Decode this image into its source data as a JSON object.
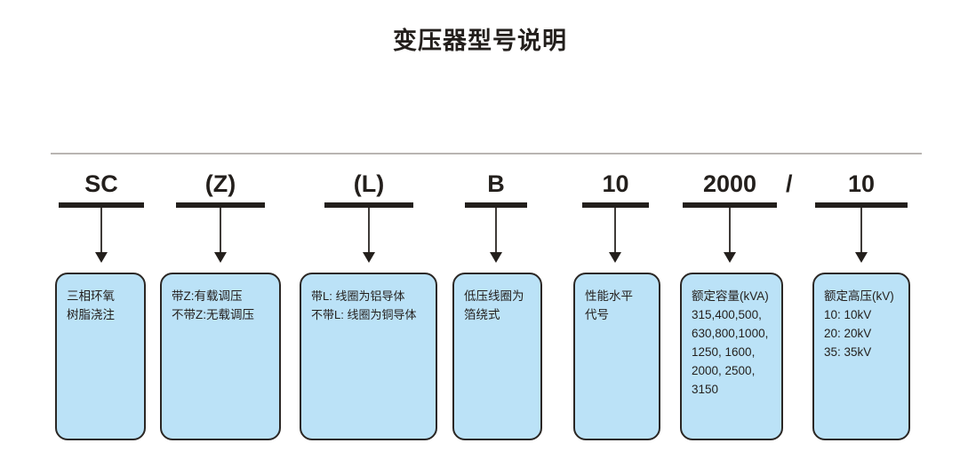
{
  "header": {
    "title": "变压器型号说明"
  },
  "divider": {
    "color": "#b9b5b2"
  },
  "colors": {
    "box_fill": "#bbe2f7",
    "box_border": "#2b2724",
    "text": "#231f1c",
    "divider": "#b9b5b2",
    "connector": "#3f3b38"
  },
  "separator": {
    "slash": "/"
  },
  "segments": [
    {
      "code": "SC",
      "name": "segment-sc",
      "lines": [
        "三相环氧",
        "树脂浇注"
      ]
    },
    {
      "code": "(Z)",
      "name": "segment-z",
      "lines": [
        "带Z:有载调压",
        "不带Z:无载调压"
      ]
    },
    {
      "code": "(L)",
      "name": "segment-l",
      "lines": [
        "带L: 线圈为铝导体",
        "不带L: 线圈为铜导体"
      ]
    },
    {
      "code": "B",
      "name": "segment-b",
      "lines": [
        "低压线圈为",
        "箔绕式"
      ]
    },
    {
      "code": "10",
      "name": "segment-performance",
      "lines": [
        "性能水平",
        "代号"
      ]
    },
    {
      "code": "2000",
      "name": "segment-capacity",
      "lines": [
        "额定容量(kVA)",
        "315,400,500,",
        "630,800,1000,",
        "1250, 1600,",
        "2000, 2500,",
        " 3150"
      ]
    },
    {
      "code": "10",
      "name": "segment-voltage",
      "lines": [
        "额定高压(kV)",
        "10: 10kV",
        "20: 20kV",
        "35: 35kV"
      ]
    }
  ]
}
